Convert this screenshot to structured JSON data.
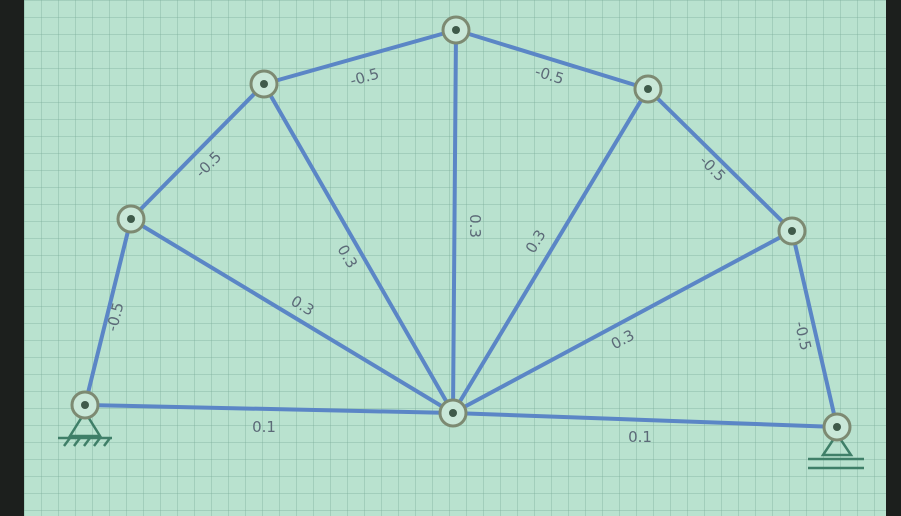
{
  "diagram": {
    "colors": {
      "member": "#5b86c6",
      "label": "#5c6a78",
      "support": "#3f7f68",
      "background": "#b9e2cf"
    },
    "member_labels": {
      "bottom_left": "0.1",
      "bottom_right": "0.1",
      "left_vertical": "-0.5",
      "left_upper": "-0.5",
      "top_left": "-0.5",
      "top_right": "-0.5",
      "right_upper": "-0.5",
      "right_vertical": "-0.5",
      "diag_1": "0.3",
      "diag_2": "0.3",
      "center_vertical": "0.3",
      "diag_4": "0.3",
      "diag_5": "0.3"
    },
    "supports": {
      "left": "pin-support-icon",
      "right": "roller-support-icon"
    }
  }
}
